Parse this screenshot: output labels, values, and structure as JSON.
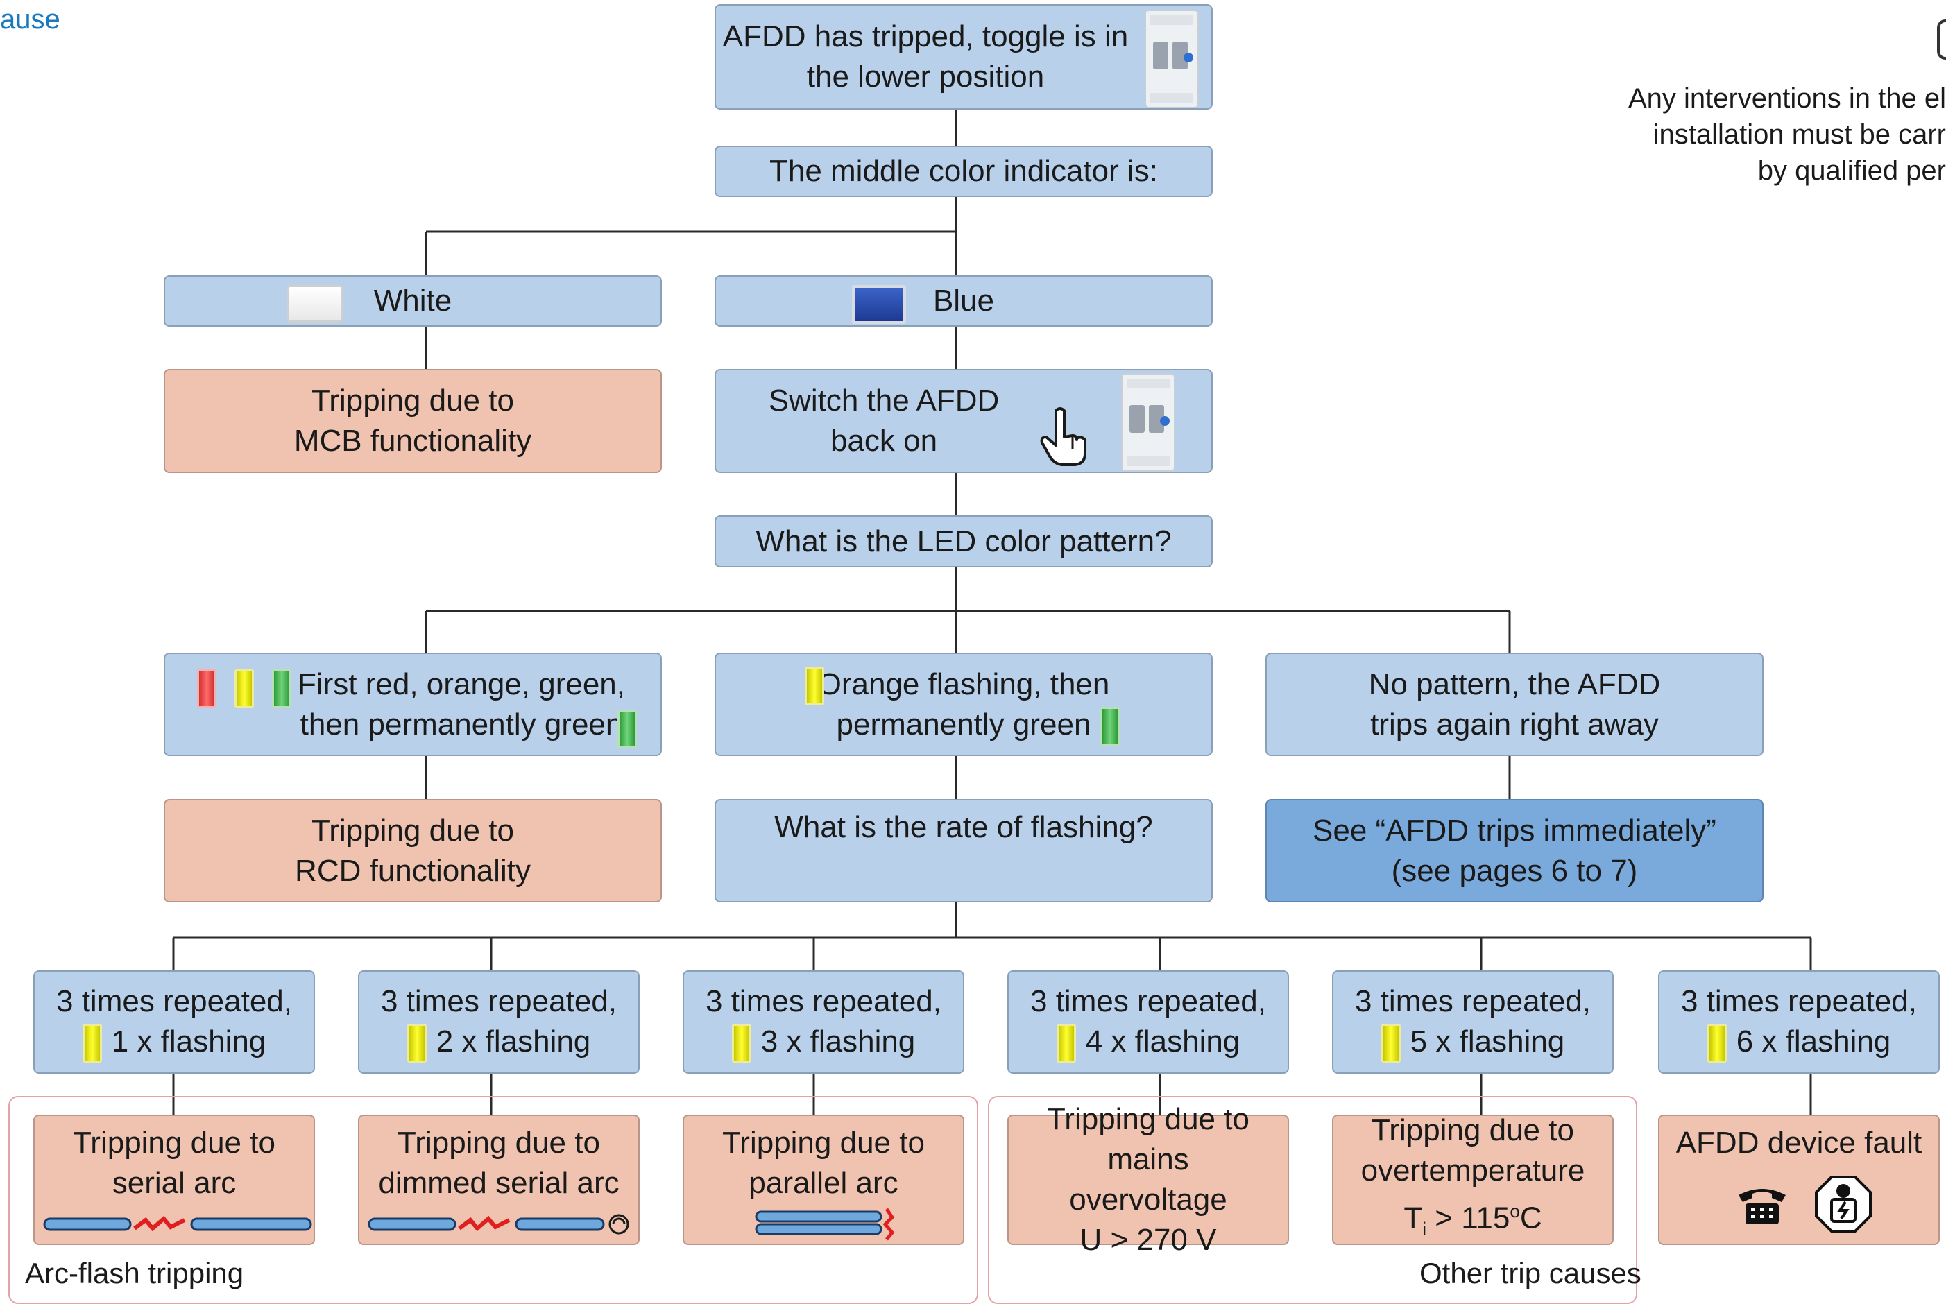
{
  "corner": {
    "label": "ause",
    "color": "#1a7ac0"
  },
  "note": {
    "lines": [
      "Any interventions in the el",
      "installation must be carr",
      "by qualified per"
    ]
  },
  "boxes": {
    "start": [
      "AFDD has tripped, toggle is in",
      "the lower position"
    ],
    "middle_indicator": "The middle color indicator is:",
    "white": "White",
    "blue": "Blue",
    "mcb": [
      "Tripping due to",
      "MCB functionality"
    ],
    "switch_on": [
      "Switch the AFDD",
      "back on"
    ],
    "led_pattern": "What is the LED color pattern?",
    "first_red": [
      "First red, orange, green,",
      "then permanently green"
    ],
    "orange_flash": [
      "Orange flashing, then",
      "permanently green"
    ],
    "no_pattern": [
      "No pattern, the AFDD",
      "trips again right away"
    ],
    "rcd": [
      "Tripping due to",
      "RCD functionality"
    ],
    "rate": "What is the rate of flashing?",
    "see_immediate": [
      "See “AFDD trips immediately”",
      "(see pages 6 to 7)"
    ]
  },
  "rates": [
    {
      "top": "3 times repeated,",
      "bottom": "1 x flashing"
    },
    {
      "top": "3 times repeated,",
      "bottom": "2 x flashing"
    },
    {
      "top": "3 times repeated,",
      "bottom": "3 x flashing"
    },
    {
      "top": "3 times repeated,",
      "bottom": "4 x flashing"
    },
    {
      "top": "3 times repeated,",
      "bottom": "5 x flashing"
    },
    {
      "top": "3 times repeated,",
      "bottom": "6 x flashing"
    }
  ],
  "results": [
    {
      "lines": [
        "Tripping due to",
        "serial arc"
      ]
    },
    {
      "lines": [
        "Tripping due to",
        "dimmed serial arc"
      ]
    },
    {
      "lines": [
        "Tripping due to",
        "parallel arc"
      ]
    },
    {
      "lines": [
        "Tripping due to mains",
        "overvoltage",
        "U > 270 V"
      ]
    },
    {
      "lines": [
        "Tripping due to",
        "overtemperature"
      ],
      "temp": {
        "symbol": "T",
        "sub": "i",
        "rest": " > 115",
        "sup": "o",
        "unit": "C"
      }
    },
    {
      "lines": [
        "AFDD device fault"
      ]
    }
  ],
  "groups": {
    "arc": "Arc-flash tripping",
    "other": "Other trip causes"
  },
  "colors": {
    "box_blue": "#b9d0ea",
    "box_salmon": "#efc3b0",
    "box_dark": "#7aaadc",
    "line": "#2a2a2a",
    "group_border": "#e2a2a8"
  },
  "icons": {
    "white_led": "white-indicator-icon",
    "blue_led": "blue-indicator-icon",
    "hand": "pointing-hand-icon",
    "phone": "telephone-icon",
    "electrician": "electrician-icon",
    "serial_arc": "serial-arc-icon",
    "dimmed_arc": "dimmed-serial-arc-icon",
    "parallel_arc": "parallel-arc-icon"
  }
}
